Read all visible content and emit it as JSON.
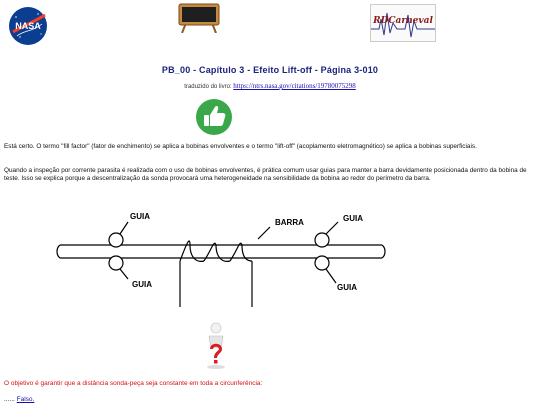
{
  "logos": {
    "nasa_text": "NASA",
    "rd_text": "RDCarneval"
  },
  "header": {
    "title": "PB_00 - Capítulo 3 - Efeito Lift-off - Página 3-010",
    "source_prefix": "traduzido do livro:",
    "source_link": "https://ntrs.nasa.gov/citations/19780075298"
  },
  "body": {
    "paragraph_1": "Está certo. O termo \"fill factor\" (fator de enchimento) se aplica a bobinas envolventes e o termo \"lift-off\" (acoplamento eletromagnético) se aplica a bobinas superficiais.",
    "paragraph_2": "Quando a inspeção por corrente parasita é realizada com o uso de bobinas envolventes, é prática comum usar guias para manter a barra devidamente posicionada dentro da bobina de teste. Isso se explica porque a descentralização da sonda provocará uma heterogeneidade na sensibilidade da bobina ao redor do perímetro da barra."
  },
  "diagram": {
    "labels": {
      "guia_top_left": "GUIA",
      "guia_top_right": "GUIA",
      "guia_bottom_left": "GUIA",
      "guia_bottom_right": "GUIA",
      "barra": "BARRA"
    }
  },
  "question": {
    "text": "O objetivo é garantir que a distância sonda-peça seja constante em toda a circunferência:",
    "answer_prefix": "......",
    "answer_link": "Falso."
  },
  "colors": {
    "title": "#1a237e",
    "thumb_green": "#3aa84a",
    "question_red": "#d41010",
    "link_blue": "#1a0dab"
  }
}
